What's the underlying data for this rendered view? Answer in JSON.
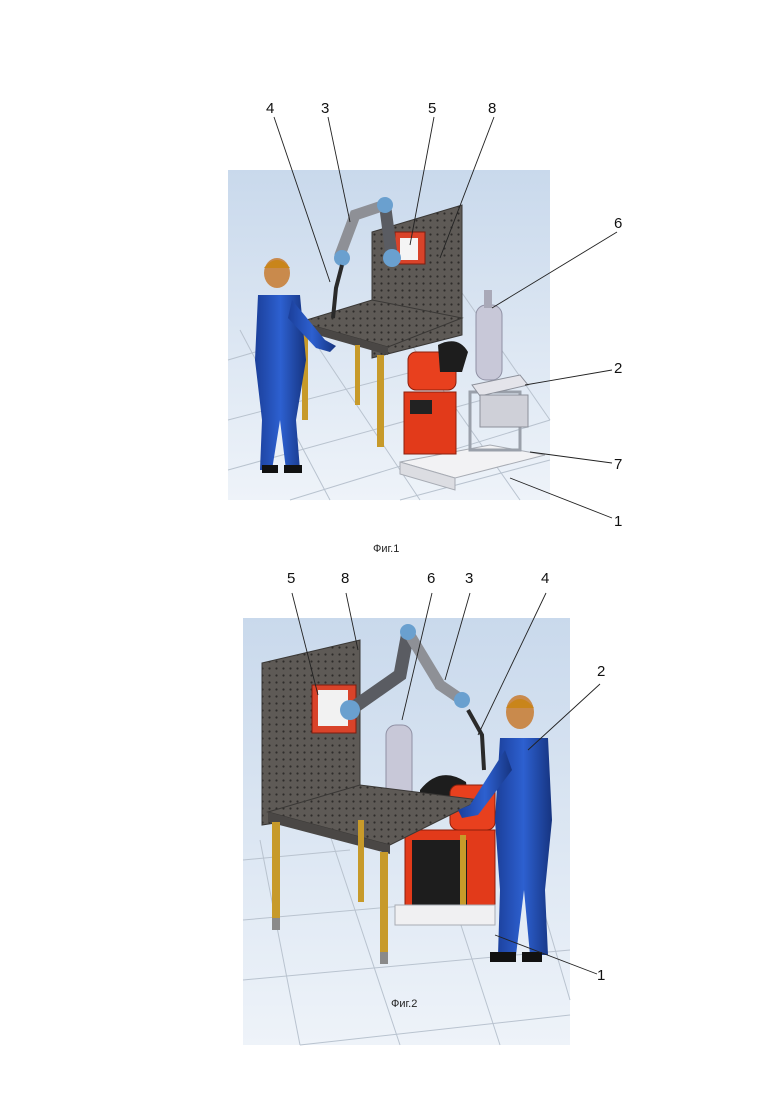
{
  "figures": [
    {
      "caption": "Фиг.1",
      "callouts": [
        "4",
        "3",
        "5",
        "8",
        "6",
        "2",
        "7",
        "1"
      ]
    },
    {
      "caption": "Фиг.2",
      "callouts": [
        "5",
        "8",
        "6",
        "3",
        "4",
        "2",
        "1"
      ]
    }
  ]
}
